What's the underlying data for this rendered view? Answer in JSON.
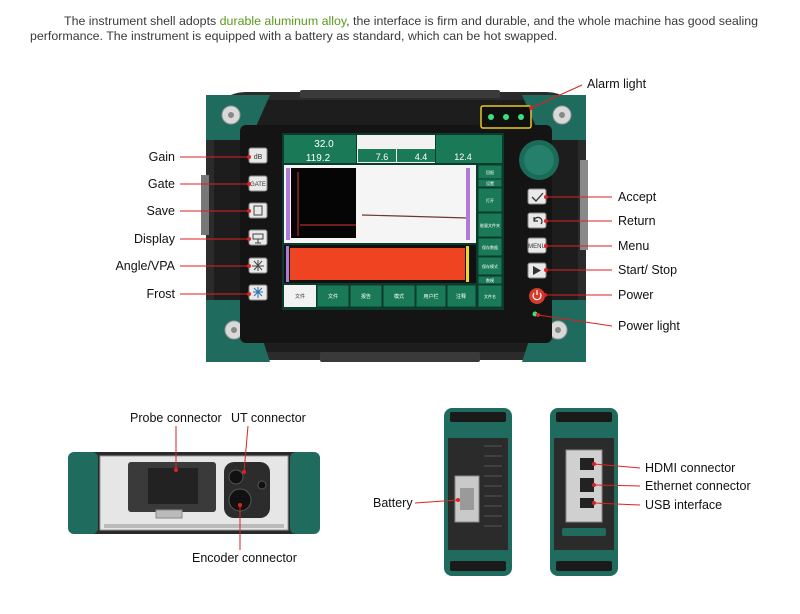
{
  "intro": {
    "part1": "The instrument shell adopts ",
    "highlight": "durable aluminum alloy",
    "part2": ", the interface is firm and durable, and the whole machine has good sealing performance. The instrument is equipped with a battery as standard, which can be hot swapped."
  },
  "colors": {
    "highlight": "#5a9a1c",
    "shell_teal": "#1f6b5e",
    "screen_green": "#1a7a58",
    "ascan_red": "#ee4422",
    "led_green": "#3ce07a",
    "power_red": "#d63a2a"
  },
  "front_labels": {
    "alarm_light": "Alarm light",
    "gain": "Gain",
    "gate": "Gate",
    "save": "Save",
    "display": "Display",
    "angle_vpa": "Angle/VPA",
    "frost": "Frost",
    "accept": "Accept",
    "return": "Return",
    "menu": "Menu",
    "start_stop": "Start/ Stop",
    "power": "Power",
    "power_light": "Power light"
  },
  "keys": {
    "db": "dB",
    "gate": "GATE",
    "menu": "MENU"
  },
  "screen": {
    "gain": "32.0",
    "value_b": "119.2",
    "value_c": "7.6",
    "value_d": "4.4",
    "value_e": "12.4",
    "tabs": [
      "文件",
      "文件",
      "报告",
      "模式",
      "用户栏",
      "注释"
    ],
    "side_menu": [
      "回报",
      "设置",
      "打开",
      "能量文件夹",
      "保存数据",
      "保存模式",
      "数模",
      "文件名"
    ]
  },
  "bottom_labels": {
    "probe_connector": "Probe connector",
    "ut_connector": "UT connector",
    "encoder_connector": "Encoder connector",
    "battery": "Battery",
    "hdmi": "HDMI  connector",
    "ethernet": "Ethernet connector",
    "usb": "USB  interface"
  }
}
